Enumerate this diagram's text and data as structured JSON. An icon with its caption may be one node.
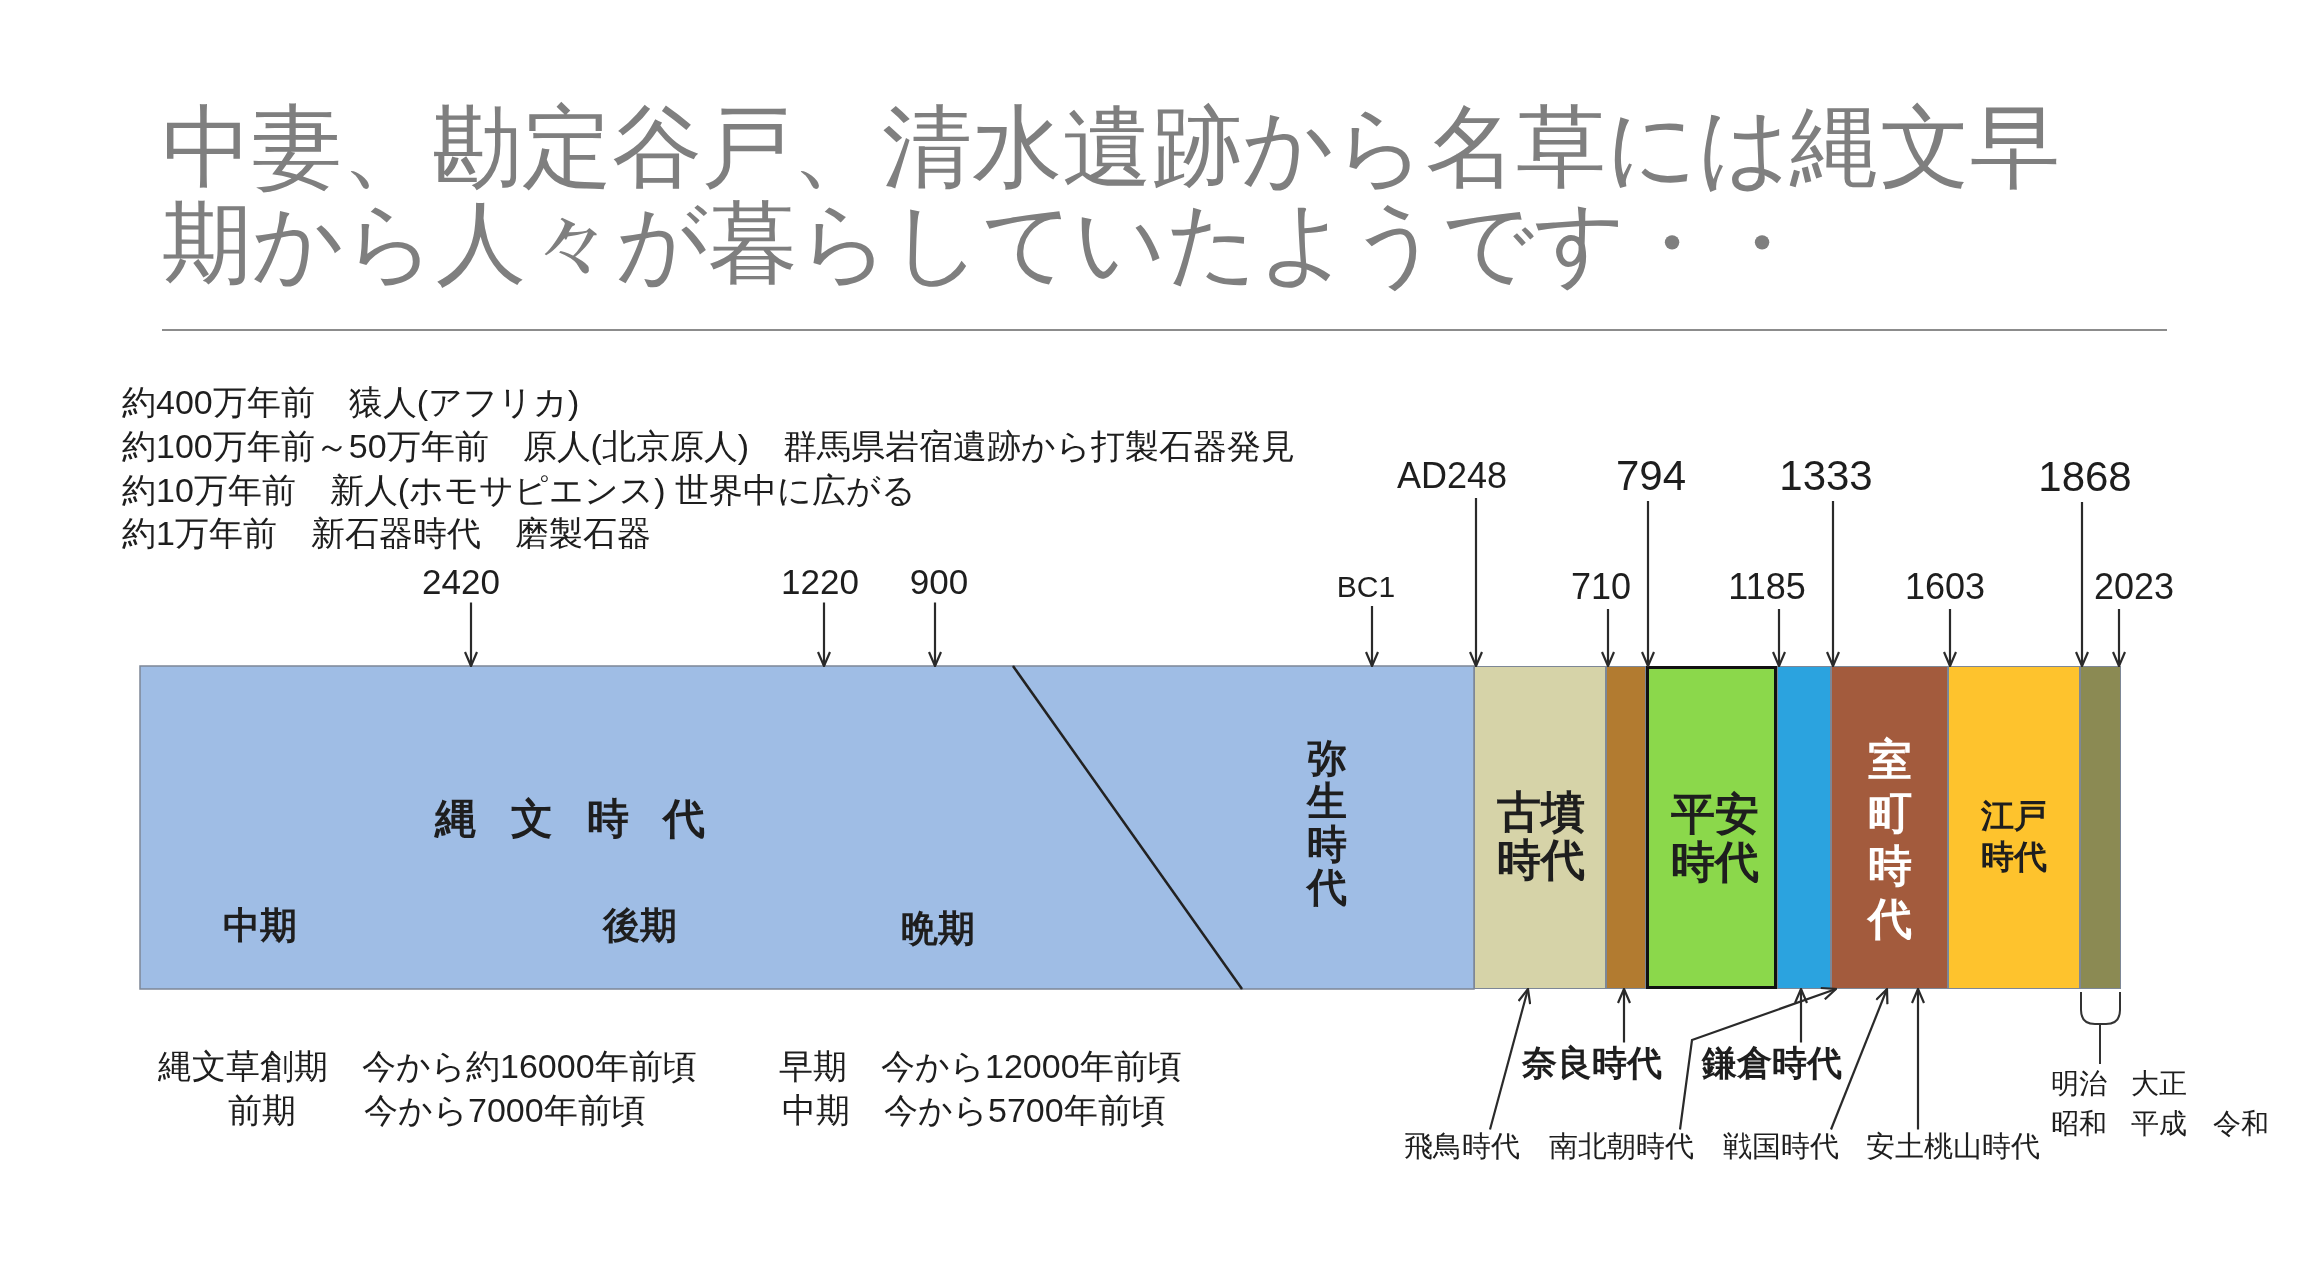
{
  "diagram": {
    "title": "中妻、勘定谷戸、清水遺跡から名草には縄文早期から人々が暮らしていたようです・・",
    "nodes": [
      {
        "text": [
          "AD248"
        ]
      },
      {
        "text": [
          "794"
        ]
      },
      {
        "text": [
          "1333"
        ]
      },
      {
        "text": [
          "1868"
        ]
      },
      {
        "text": [
          "2420"
        ]
      },
      {
        "text": [
          "1220"
        ]
      },
      {
        "text": [
          "900"
        ]
      },
      {
        "text": [
          "BC1"
        ]
      },
      {
        "text": [
          "710"
        ]
      },
      {
        "text": [
          "1185"
        ]
      },
      {
        "text": [
          "1603"
        ]
      },
      {
        "text": [
          "2023"
        ]
      },
      {
        "text": [
          "縄文時代",
          "中期",
          "後期",
          "晩期"
        ]
      },
      {
        "text": [
          "弥生時代"
        ]
      },
      {
        "text": [
          "古墳時代"
        ]
      },
      {
        "text": [],
        "shape": "bar"
      },
      {
        "text": [
          "平安時代"
        ]
      },
      {
        "text": [],
        "shape": "bar"
      },
      {
        "text": [
          "室町時代"
        ]
      },
      {
        "text": [
          "江戸時代"
        ]
      },
      {
        "text": [],
        "shape": "bar"
      },
      {
        "text": [
          "奈良時代"
        ]
      },
      {
        "text": [
          "鎌倉時代"
        ]
      },
      {
        "text": [
          "飛鳥時代"
        ]
      },
      {
        "text": [
          "南北朝時代"
        ]
      },
      {
        "text": [
          "戦国時代"
        ]
      },
      {
        "text": [
          "安土桃山時代"
        ]
      }
    ],
    "edges": [
      {
        "from": 4,
        "to": 12,
        "arrow": "to"
      },
      {
        "from": 5,
        "to": 12,
        "arrow": "to"
      },
      {
        "from": 6,
        "to": 12,
        "arrow": "to"
      },
      {
        "from": 7,
        "to": 13,
        "arrow": "to"
      },
      {
        "from": 0,
        "to": 14,
        "arrow": "to"
      },
      {
        "from": 8,
        "to": 15,
        "arrow": "to"
      },
      {
        "from": 1,
        "to": 16,
        "arrow": "to"
      },
      {
        "from": 9,
        "to": 17,
        "arrow": "to"
      },
      {
        "from": 2,
        "to": 18,
        "arrow": "to"
      },
      {
        "from": 10,
        "to": 19,
        "arrow": "to"
      },
      {
        "from": 3,
        "to": 20,
        "arrow": "to"
      },
      {
        "from": 11,
        "to": 20,
        "arrow": "to"
      },
      {
        "from": 21,
        "to": 15,
        "arrow": "to"
      },
      {
        "from": 22,
        "to": 17,
        "arrow": "to"
      },
      {
        "from": 23,
        "to": 14,
        "arrow": "to"
      },
      {
        "from": 24,
        "to": 18,
        "arrow": "to"
      },
      {
        "from": 25,
        "to": 18,
        "arrow": "to"
      },
      {
        "from": 26,
        "to": 18,
        "arrow": "to"
      }
    ],
    "labels": [
      "約400万年前　猿人(アフリカ)",
      "約100万年前～50万年前　原人(北京原人)　群馬県岩宿遺跡から打製石器発見",
      "約10万年前　新人(ホモサピエンス) 世界中に広がる",
      "約1万年前　新石器時代　磨製石器",
      "縄文草創期　今から約16000年前頃",
      "早期　今から12000年前頃",
      "前期　　今から7000年前頃",
      "中期　今から5700年前頃",
      "明治",
      "大正",
      "昭和",
      "平成",
      "令和"
    ]
  }
}
